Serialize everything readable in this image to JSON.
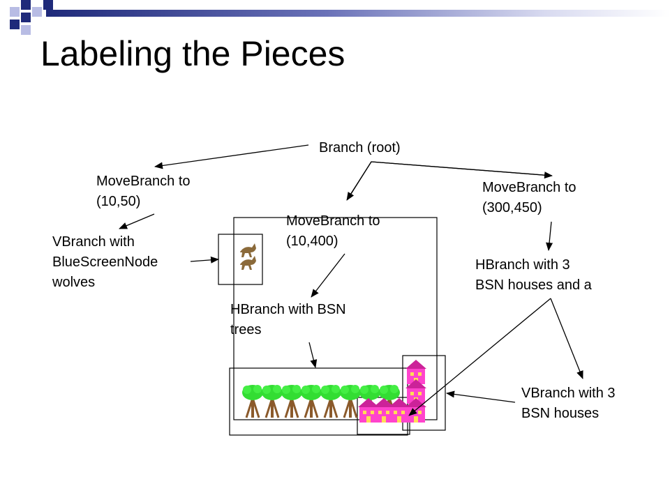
{
  "slide": {
    "title": "Labeling the Pieces"
  },
  "labels": {
    "root": "Branch (root)",
    "move_left": "MoveBranch to\n(10,50)",
    "move_right": "MoveBranch to\n(300,450)",
    "move_mid": "MoveBranch to\n(10,400)",
    "vbranch_wolves": "VBranch with\nBlueScreenNode\nwolves",
    "hbranch_houses": "HBranch with 3\nBSN houses and a",
    "hbranch_trees": "HBranch with BSN\ntrees",
    "vbranch_houses": "VBranch with 3\nBSN houses"
  },
  "colors": {
    "accent_dark": "#1f2a7a",
    "accent_light": "#b8bce4",
    "tree_foliage": "#33dd33",
    "tree_trunk": "#8b5a2b",
    "house_pink": "#ff44cc",
    "house_roof": "#cc2299",
    "wolf_brown": "#8b6a3a"
  }
}
